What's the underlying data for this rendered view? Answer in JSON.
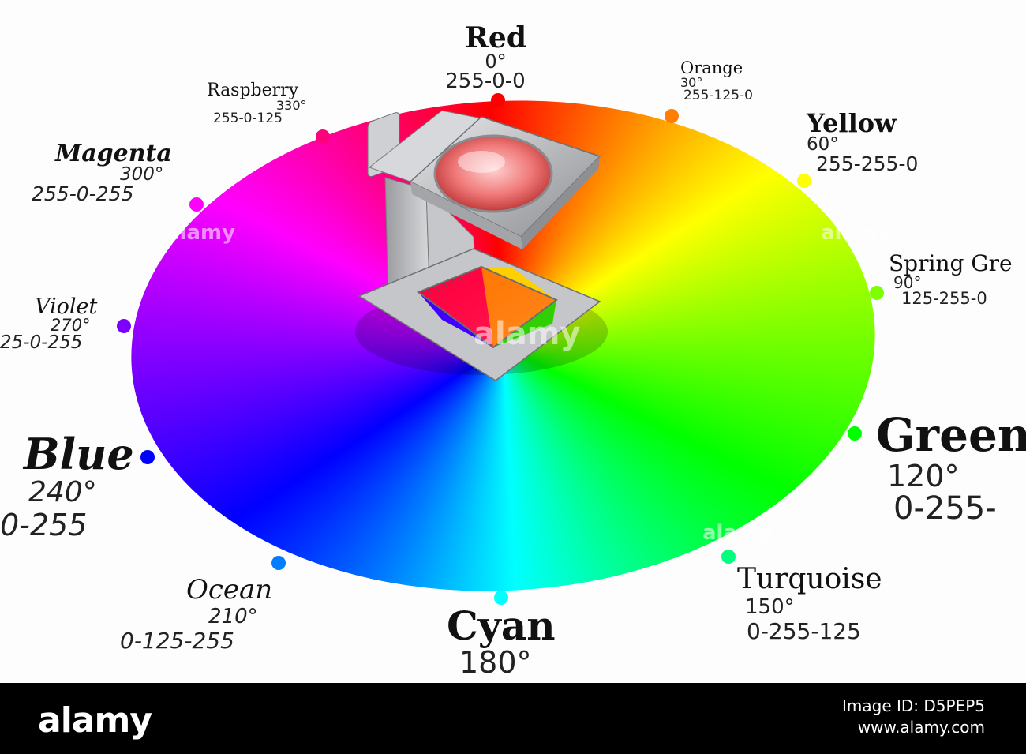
{
  "labels": {
    "red": {
      "name": "Red",
      "degree": "0°",
      "rgb": "255-0-0",
      "color": "#ff0000"
    },
    "orange": {
      "name": "Orange",
      "degree": "30°",
      "rgb": "255-125-0",
      "color": "#ff7d00"
    },
    "yellow": {
      "name": "Yellow",
      "degree": "60°",
      "rgb": "255-255-0",
      "color": "#ffff00"
    },
    "spring_green": {
      "name": "Spring Gre",
      "degree": "90°",
      "rgb": "125-255-0",
      "color": "#7dff00"
    },
    "green": {
      "name": "Green",
      "degree": "120°",
      "rgb": "0-255-",
      "color": "#00ff00"
    },
    "turquoise": {
      "name": "Turquoise",
      "degree": "150°",
      "rgb": "0-255-125",
      "color": "#00ff7d"
    },
    "cyan": {
      "name": "Cyan",
      "degree": "180°",
      "rgb": "",
      "color": "#00ffff"
    },
    "ocean": {
      "name": "Ocean",
      "degree": "210°",
      "rgb": "0-125-255",
      "color": "#007dff"
    },
    "blue": {
      "name": "Blue",
      "degree": "240°",
      "rgb": "0-255",
      "color": "#0000ff"
    },
    "violet": {
      "name": "Violet",
      "degree": "270°",
      "rgb": "25-0-255",
      "color": "#7d00ff"
    },
    "magenta": {
      "name": "Magenta",
      "degree": "300°",
      "rgb": "255-0-255",
      "color": "#ff00ff"
    },
    "raspberry": {
      "name": "Raspberry",
      "degree": "330°",
      "rgb": "255-0-125",
      "color": "#ff007d"
    }
  },
  "watermark": "alamy",
  "footer": {
    "brand": "alamy",
    "image_id_1": "Image ID: D5PEP5",
    "image_id_2": "www.alamy.com"
  }
}
